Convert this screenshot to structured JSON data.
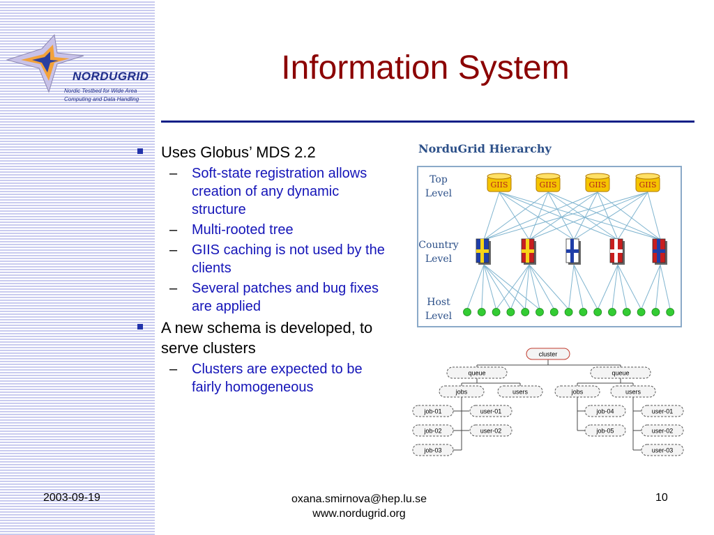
{
  "logo": {
    "title": "NORDUGRID",
    "subtitle_line1": "Nordic Testbed for Wide Area",
    "subtitle_line2": "Computing and Data Handling"
  },
  "slide": {
    "title": "Information System"
  },
  "bullets": [
    {
      "text": "Uses Globus’ MDS 2.2",
      "sub": [
        "Soft-state registration allows creation of any dynamic structure",
        "Multi-rooted tree",
        "GIIS caching is not used by the clients",
        "Several patches and bug fixes are applied"
      ]
    },
    {
      "text": "A new schema is developed, to serve clusters",
      "sub": [
        "Clusters are expected to be fairly homogeneous"
      ]
    }
  ],
  "hierarchy": {
    "title": "NorduGrid Hierarchy",
    "levels": {
      "top": [
        "Top",
        "Level"
      ],
      "country": [
        "Country",
        "Level"
      ],
      "host": [
        "Host",
        "Level"
      ]
    },
    "giis_label": "GIIS",
    "colors": {
      "frame": "#8aa9c8",
      "link": "#7fb4cf",
      "giis": "#f5c400",
      "host": "#33cc33"
    }
  },
  "schema": {
    "root": "cluster",
    "queue": "queue",
    "jobs": "jobs",
    "users": "users",
    "left_jobs": [
      "job-01",
      "job-02",
      "job-03"
    ],
    "left_users": [
      "user-01",
      "user-02"
    ],
    "right_jobs": [
      "job-04",
      "job-05"
    ],
    "right_users": [
      "user-01",
      "user-02",
      "user-03"
    ]
  },
  "footer": {
    "date": "2003-09-19",
    "email": "oxana.smirnova@hep.lu.se",
    "website": "www.nordugrid.org",
    "page": "10"
  }
}
